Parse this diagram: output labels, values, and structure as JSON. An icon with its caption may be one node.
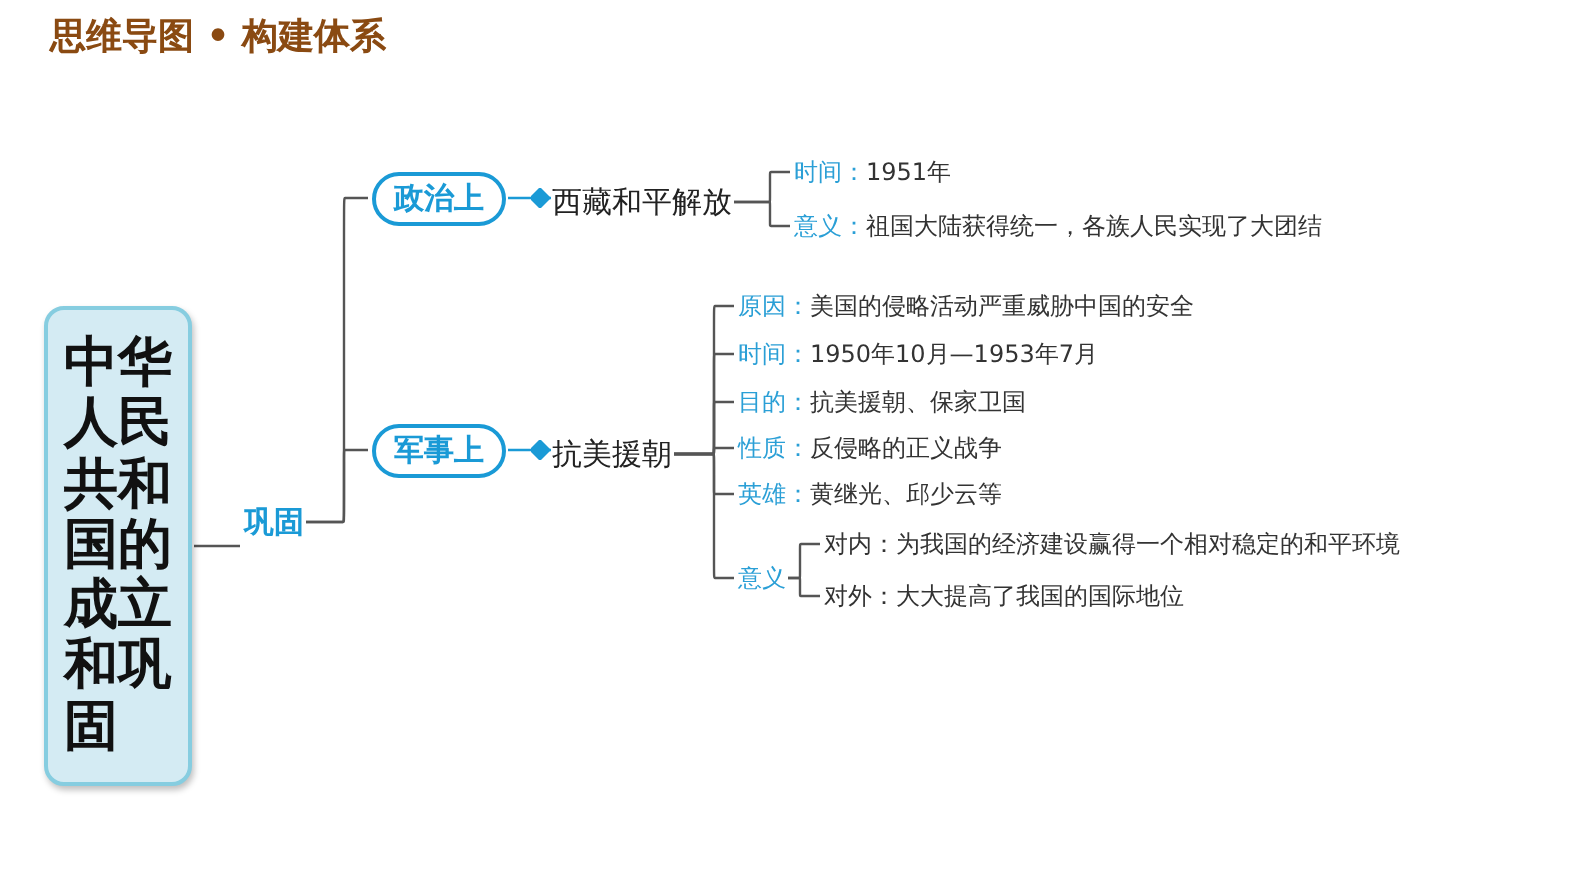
{
  "diagram": {
    "title": "思维导图 • 构建体系",
    "nodes": [
      {
        "text": [
          "中华人民共和国的成立和巩固"
        ]
      },
      {
        "text": [
          "巩固"
        ]
      },
      {
        "text": [
          "政治上"
        ]
      },
      {
        "text": [
          "西藏和平解放"
        ]
      },
      {
        "text": [
          "时间：",
          "1951年"
        ]
      },
      {
        "text": [
          "意义：",
          "祖国大陆获得统一，各族人民实现了大团结"
        ]
      },
      {
        "text": [
          "军事上"
        ]
      },
      {
        "text": [
          "抗美援朝"
        ]
      },
      {
        "text": [
          "原因：",
          "美国的侵略活动严重威胁中国的安全"
        ]
      },
      {
        "text": [
          "时间：",
          "1950年10月—1953年7月"
        ]
      },
      {
        "text": [
          "目的：",
          "抗美援朝、保家卫国"
        ]
      },
      {
        "text": [
          "性质：",
          "反侵略的正义战争"
        ]
      },
      {
        "text": [
          "英雄：",
          "黄继光、邱少云等"
        ]
      },
      {
        "text": [
          "意义"
        ]
      },
      {
        "text": [
          "对内：",
          "为我国的经济建设赢得一个相对稳定的和平环境"
        ]
      },
      {
        "text": [
          "对外：",
          "大大提高了我国的国际地位"
        ]
      }
    ],
    "edges": [
      {
        "from": 0,
        "to": 1,
        "arrow": "none"
      },
      {
        "from": 1,
        "to": 2,
        "arrow": "none"
      },
      {
        "from": 1,
        "to": 6,
        "arrow": "none"
      },
      {
        "from": 2,
        "to": 3,
        "arrow": "other",
        "color": "#1a9ad6"
      },
      {
        "from": 3,
        "to": 4,
        "arrow": "none"
      },
      {
        "from": 3,
        "to": 5,
        "arrow": "none"
      },
      {
        "from": 6,
        "to": 7,
        "arrow": "other",
        "color": "#1a9ad6"
      },
      {
        "from": 7,
        "to": 8,
        "arrow": "none"
      },
      {
        "from": 7,
        "to": 9,
        "arrow": "none"
      },
      {
        "from": 7,
        "to": 10,
        "arrow": "none"
      },
      {
        "from": 7,
        "to": 11,
        "arrow": "none"
      },
      {
        "from": 7,
        "to": 12,
        "arrow": "none"
      },
      {
        "from": 7,
        "to": 13,
        "arrow": "none"
      },
      {
        "from": 13,
        "to": 14,
        "arrow": "none"
      },
      {
        "from": 13,
        "to": 15,
        "arrow": "none"
      }
    ]
  }
}
